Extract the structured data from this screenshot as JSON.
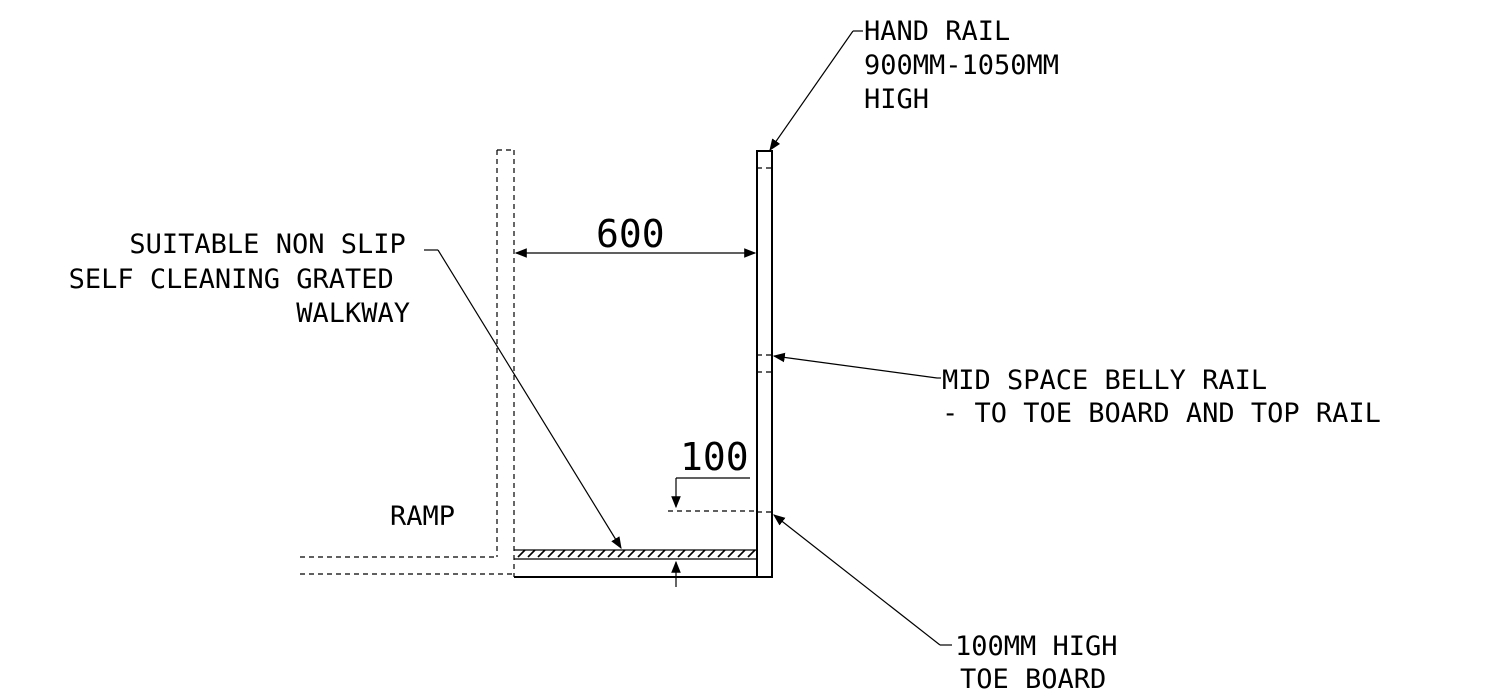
{
  "labels": {
    "hand_rail": [
      "HAND RAIL",
      "900MM-1050MM",
      "HIGH"
    ],
    "walkway": [
      "SUITABLE NON SLIP",
      "SELF CLEANING GRATED",
      "WALKWAY"
    ],
    "belly_rail": [
      "MID SPACE BELLY RAIL",
      "- TO TOE BOARD AND TOP RAIL"
    ],
    "toe_board": [
      "100MM HIGH",
      "TOE BOARD"
    ],
    "ramp": "RAMP"
  },
  "dimensions": {
    "width": "600",
    "toe_height": "100"
  }
}
